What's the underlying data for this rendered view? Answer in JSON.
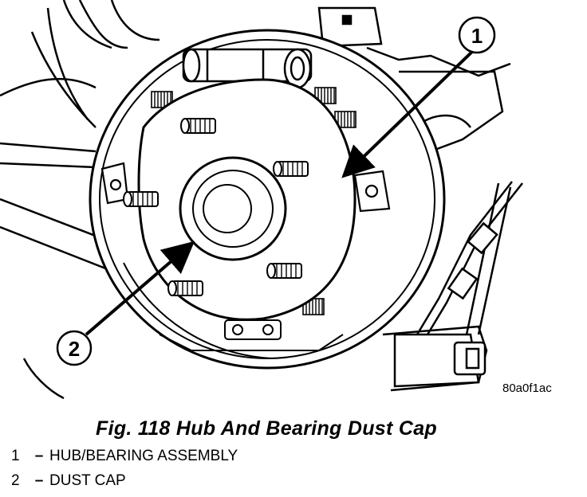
{
  "figure": {
    "callouts": [
      {
        "number": "1"
      },
      {
        "number": "2"
      }
    ],
    "figure_id": "80a0f1ac"
  },
  "caption": "Fig. 118 Hub And Bearing Dust Cap",
  "legend": [
    {
      "number": "1",
      "separator": "–",
      "text": "HUB/BEARING ASSEMBLY"
    },
    {
      "number": "2",
      "separator": "–",
      "text": "DUST CAP"
    }
  ],
  "colors": {
    "ink": "#000000",
    "paper": "#ffffff"
  }
}
